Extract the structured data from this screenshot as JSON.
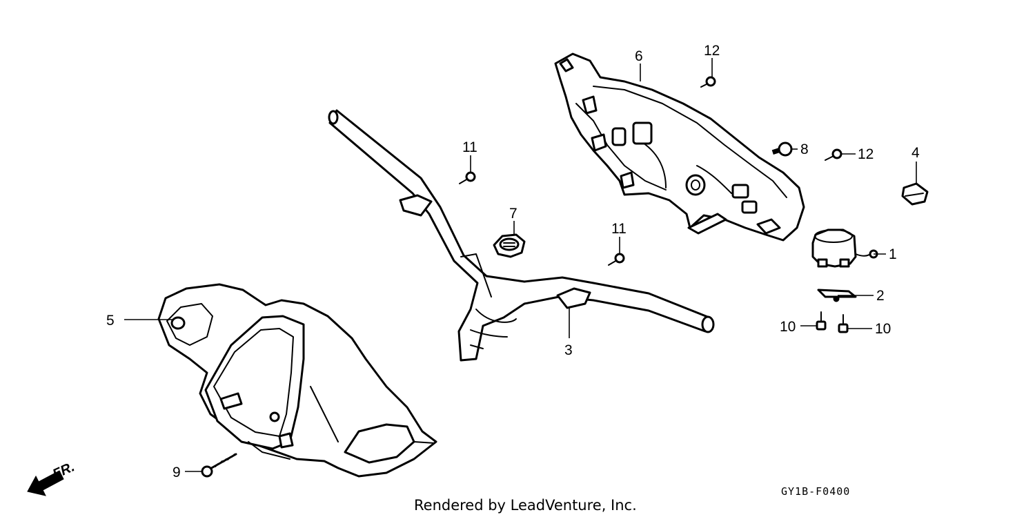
{
  "callouts": [
    "1",
    "2",
    "3",
    "4",
    "5",
    "6",
    "7",
    "8",
    "9",
    "10",
    "10",
    "11",
    "11",
    "12",
    "12"
  ],
  "direction_label": "FR.",
  "diagram_code": "GY1B-F0400",
  "credit": "Rendered by LeadVenture, Inc."
}
